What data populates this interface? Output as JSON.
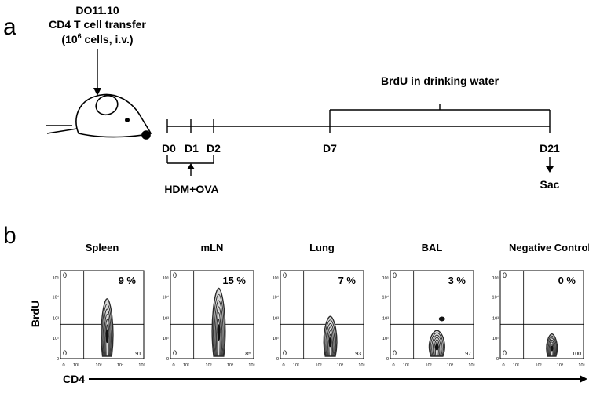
{
  "panel_a": {
    "label": "a",
    "transfer_line1": "DO11.10",
    "transfer_line2": "CD4 T cell transfer",
    "transfer_line3_pre": "(10",
    "transfer_line3_sup": "6",
    "transfer_line3_post": " cells, i.v.)",
    "brdu_label": "BrdU in drinking water",
    "days": [
      "D0",
      "D1",
      "D2",
      "D7",
      "D21"
    ],
    "treatment_label": "HDM+OVA",
    "endpoint_label": "Sac"
  },
  "panel_b": {
    "label": "b",
    "y_axis_label": "BrdU",
    "x_axis_label": "CD4",
    "tick_labels_y": [
      "10⁵",
      "10⁴",
      "10³",
      "10²",
      "0"
    ],
    "tick_labels_x": [
      "0",
      "10²",
      "10³",
      "10⁴",
      "10⁵"
    ],
    "plots": [
      {
        "title": "Spleen",
        "upper_percent": "9 %",
        "q_upper_left": "0",
        "q_lower_left": "0",
        "q_lower_right": "91"
      },
      {
        "title": "mLN",
        "upper_percent": "15 %",
        "q_upper_left": "0",
        "q_lower_left": "0",
        "q_lower_right": "85"
      },
      {
        "title": "Lung",
        "upper_percent": "7 %",
        "q_upper_left": "0",
        "q_lower_left": "0",
        "q_lower_right": "93"
      },
      {
        "title": "BAL",
        "upper_percent": "3 %",
        "q_upper_left": "0",
        "q_lower_left": "0",
        "q_lower_right": "97"
      },
      {
        "title": "Negative Control",
        "upper_percent": "0 %",
        "q_upper_left": "0",
        "q_lower_left": "0",
        "q_lower_right": "100"
      }
    ]
  },
  "colors": {
    "ink": "#000000",
    "contour": "#2a2a2a",
    "background": "#ffffff"
  }
}
